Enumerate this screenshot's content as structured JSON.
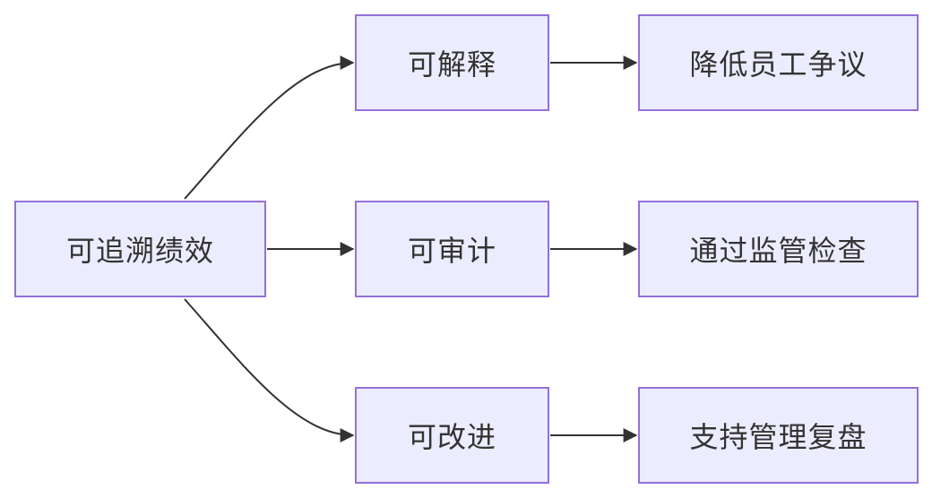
{
  "diagram": {
    "type": "flowchart",
    "direction": "left-to-right",
    "colors": {
      "node_fill": "#ececff",
      "node_border": "#9370db",
      "text": "#333333",
      "edge": "#333333"
    },
    "nodes": {
      "root": "可追溯绩效",
      "explainable": "可解释",
      "auditable": "可审计",
      "improvable": "可改进",
      "reduce_disputes": "降低员工争议",
      "pass_inspection": "通过监管检查",
      "support_review": "支持管理复盘"
    },
    "edges": [
      {
        "from": "root",
        "to": "explainable"
      },
      {
        "from": "root",
        "to": "auditable"
      },
      {
        "from": "root",
        "to": "improvable"
      },
      {
        "from": "explainable",
        "to": "reduce_disputes"
      },
      {
        "from": "auditable",
        "to": "pass_inspection"
      },
      {
        "from": "improvable",
        "to": "support_review"
      }
    ]
  }
}
